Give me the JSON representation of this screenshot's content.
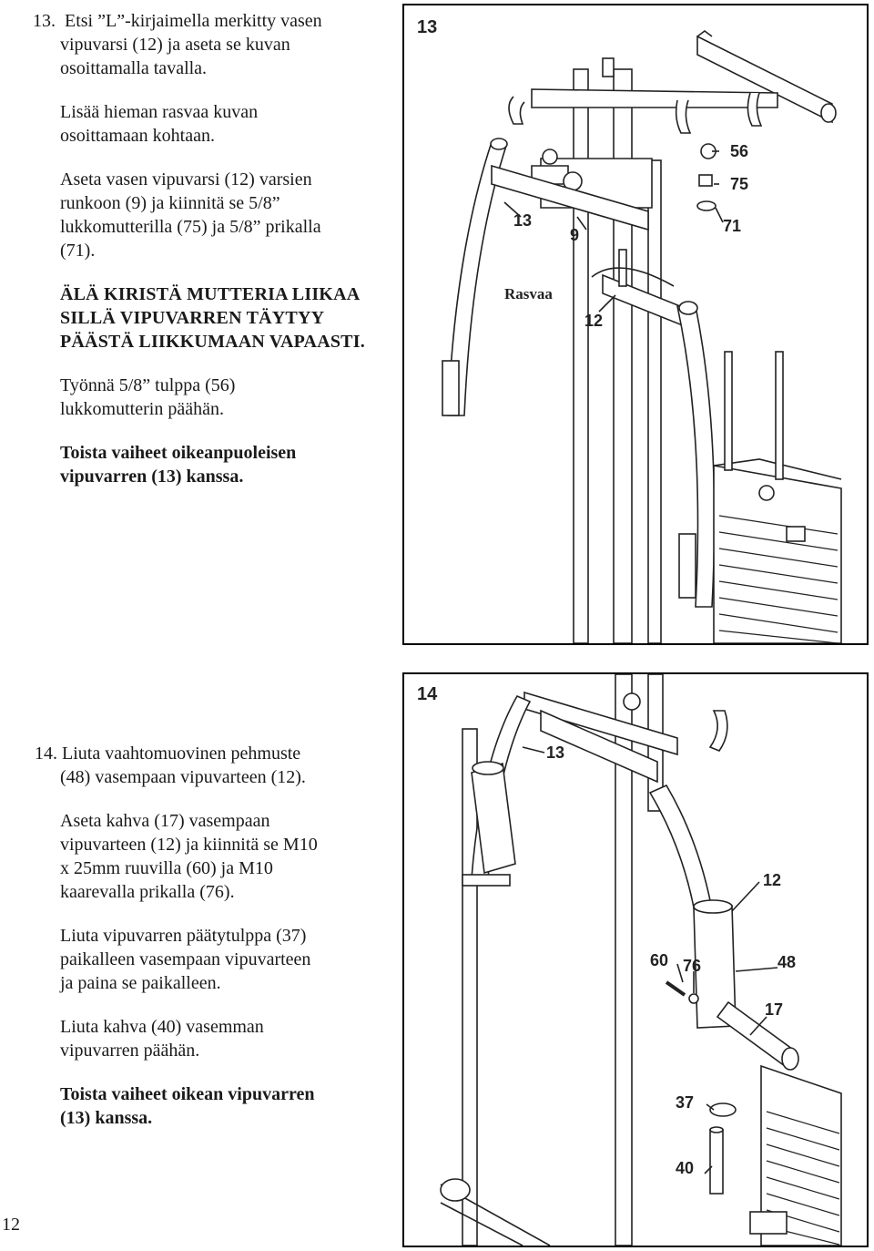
{
  "page_number": "12",
  "step13": {
    "number": "13.",
    "lines_a": [
      "Etsi ”L”-kirjaimella merkitty vasen",
      "vipuvarsi (12) ja aseta se kuvan",
      "osoittamalla tavalla."
    ],
    "lines_b": [
      "Lisää hieman rasvaa kuvan",
      "osoittamaan kohtaan."
    ],
    "lines_c": [
      "Aseta vasen vipuvarsi (12) varsien",
      "runkoon (9) ja kiinnitä se 5/8”",
      "lukkomutterilla (75) ja 5/8” prikalla",
      "(71)."
    ],
    "warning": [
      "ÄLÄ KIRISTÄ MUTTERIA LIIKAA",
      "SILLÄ VIPUVARREN TÄYTYY",
      "PÄÄSTÄ LIIKKUMAAN VAPAASTI."
    ],
    "lines_d": [
      "Työnnä 5/8” tulppa (56)",
      "lukkomutterin päähän."
    ],
    "repeat": [
      "Toista vaiheet oikeanpuoleisen",
      "vipuvarren (13) kanssa."
    ]
  },
  "step14": {
    "number": "14.",
    "lines_a": [
      "Liuta vaahtomuovinen pehmuste",
      "(48) vasempaan vipuvarteen (12)."
    ],
    "lines_b": [
      "Aseta kahva (17) vasempaan",
      "vipuvarteen (12) ja kiinnitä se M10",
      "x 25mm ruuvilla (60) ja M10",
      "kaarevalla prikalla (76)."
    ],
    "lines_c": [
      "Liuta vipuvarren päätytulppa (37)",
      "paikalleen vasempaan vipuvarteen",
      "ja paina se paikalleen."
    ],
    "lines_d": [
      "Liuta kahva (40) vasemman",
      "vipuvarren päähän."
    ],
    "repeat": [
      "Toista vaiheet oikean vipuvarren",
      "(13) kanssa."
    ]
  },
  "figure13": {
    "step_label": "13",
    "labels": {
      "p56": "56",
      "p75": "75",
      "p71": "71",
      "p13": "13",
      "p9": "9",
      "grease": "Rasvaa",
      "p12": "12"
    }
  },
  "figure14": {
    "step_label": "14",
    "labels": {
      "p13": "13",
      "p12": "12",
      "p60": "60",
      "p76": "76",
      "p48": "48",
      "p17": "17",
      "p37": "37",
      "p40": "40"
    }
  }
}
